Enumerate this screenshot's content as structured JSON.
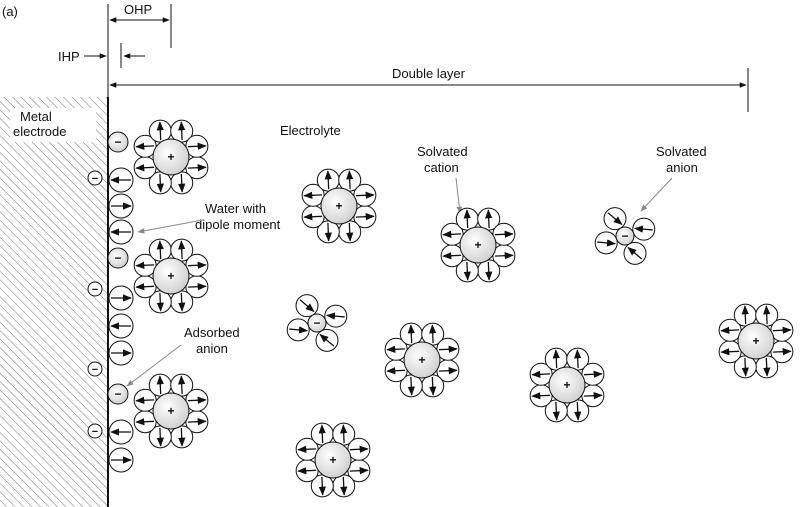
{
  "panel_label": "(a)",
  "labels": {
    "ohp": "OHP",
    "ihp": "IHP",
    "double_layer": "Double layer",
    "metal_electrode_line1": "Metal",
    "metal_electrode_line2": "electrode",
    "electrolyte": "Electrolyte",
    "solvated_cation_line1": "Solvated",
    "solvated_cation_line2": "cation",
    "solvated_anion_line1": "Solvated",
    "solvated_anion_line2": "anion",
    "water_line1": "Water with",
    "water_line2": "dipole moment",
    "adsorbed_line1": "Adsorbed",
    "adsorbed_line2": "anion"
  },
  "symbols": {
    "cation": "+",
    "anion": "−"
  },
  "colors": {
    "ink": "#111111",
    "ion_fill": "#e6e6e6",
    "water_fill": "#ffffff",
    "pointer": "#888888"
  }
}
